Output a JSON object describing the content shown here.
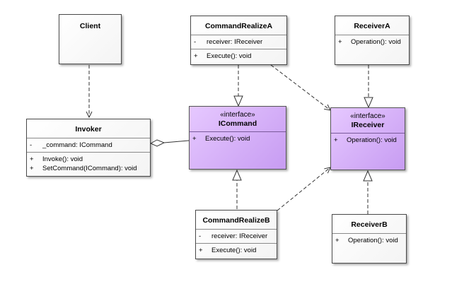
{
  "classes": {
    "client": {
      "name": "Client"
    },
    "invoker": {
      "name": "Invoker",
      "attributes": [
        {
          "vis": "-",
          "text": "_command: ICommand"
        }
      ],
      "operations": [
        {
          "vis": "+",
          "text": "Invoke(): void"
        },
        {
          "vis": "+",
          "text": "SetCommand(ICommand): void"
        }
      ]
    },
    "command_realize_a": {
      "name": "CommandRealizeA",
      "attributes": [
        {
          "vis": "-",
          "text": "receiver: IReceiver"
        }
      ],
      "operations": [
        {
          "vis": "+",
          "text": "Execute(): void"
        }
      ]
    },
    "icommand": {
      "stereotype": "«interface»",
      "name": "ICommand",
      "operations": [
        {
          "vis": "+",
          "text": "Execute(): void"
        }
      ]
    },
    "command_realize_b": {
      "name": "CommandRealizeB",
      "attributes": [
        {
          "vis": "-",
          "text": "receiver: IReceiver"
        }
      ],
      "operations": [
        {
          "vis": "+",
          "text": "Execute(): void"
        }
      ]
    },
    "receiver_a": {
      "name": "ReceiverA",
      "operations": [
        {
          "vis": "+",
          "text": "Operation(): void"
        }
      ]
    },
    "ireceiver": {
      "stereotype": "«interface»",
      "name": "IReceiver",
      "operations": [
        {
          "vis": "+",
          "text": "Operation(): void"
        }
      ]
    },
    "receiver_b": {
      "name": "ReceiverB",
      "operations": [
        {
          "vis": "+",
          "text": "Operation(): void"
        }
      ]
    }
  },
  "relations": [
    {
      "from": "Client",
      "to": "Invoker",
      "kind": "dependency"
    },
    {
      "from": "Invoker",
      "to": "ICommand",
      "kind": "aggregation"
    },
    {
      "from": "CommandRealizeA",
      "to": "ICommand",
      "kind": "realization"
    },
    {
      "from": "CommandRealizeB",
      "to": "ICommand",
      "kind": "realization"
    },
    {
      "from": "CommandRealizeA",
      "to": "IReceiver",
      "kind": "dependency"
    },
    {
      "from": "CommandRealizeB",
      "to": "IReceiver",
      "kind": "dependency"
    },
    {
      "from": "ReceiverA",
      "to": "IReceiver",
      "kind": "realization"
    },
    {
      "from": "ReceiverB",
      "to": "IReceiver",
      "kind": "realization"
    }
  ],
  "colors": {
    "interface_fill": "#d6b4fa",
    "class_fill": "#ffffff",
    "line": "#333333"
  }
}
